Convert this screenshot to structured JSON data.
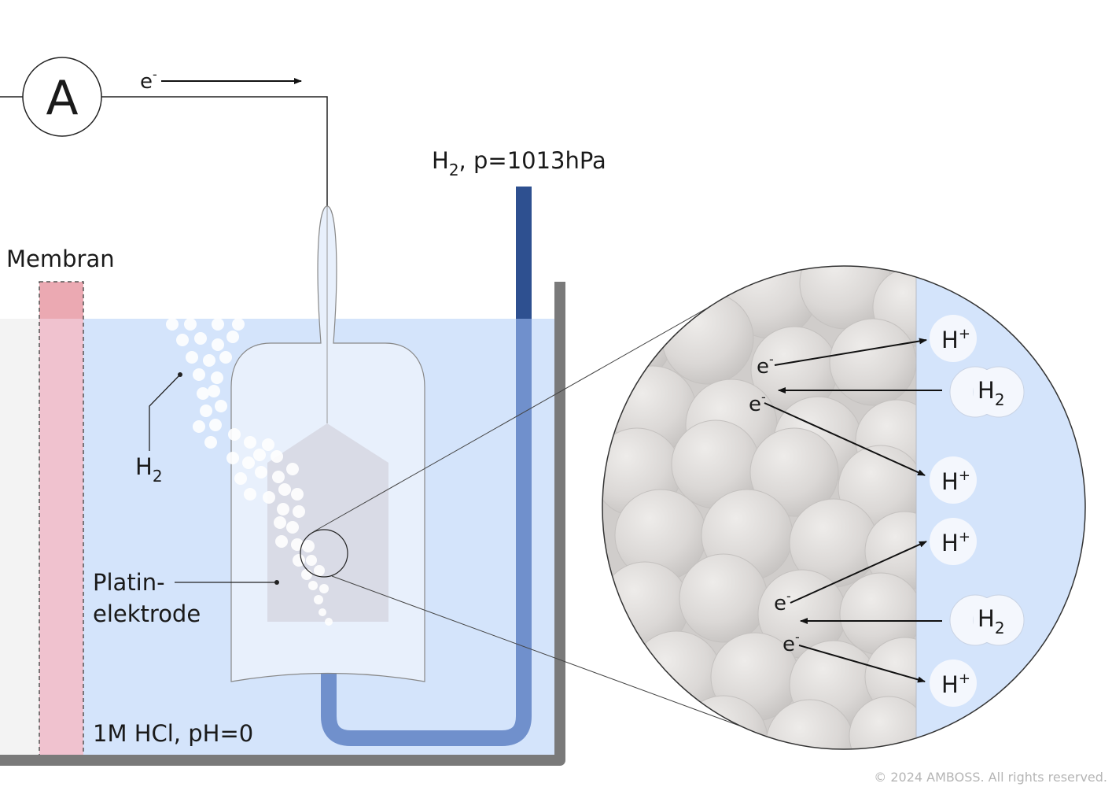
{
  "ammeter": {
    "symbol": "A"
  },
  "electron": {
    "symbol": "e",
    "charge": "-"
  },
  "gas_supply": {
    "label": "H",
    "subscript": "2",
    "pressure": ", p=1013hPa"
  },
  "membrane": {
    "label": "Membran"
  },
  "bubbles": {
    "label": "H",
    "subscript": "2"
  },
  "electrode": {
    "line1": "Platin-",
    "line2": "elektrode"
  },
  "solution": {
    "label": "1M HCl, pH=0"
  },
  "zoom": {
    "proton": {
      "label": "H",
      "charge": "+"
    },
    "hydrogen": {
      "label": "H",
      "subscript": "2"
    }
  },
  "colors": {
    "solution": "#d4e4fb",
    "membrane": "#eba9b2",
    "tube": "#7090cc",
    "tube_dark": "#2e5090",
    "vessel": "#7a7a7a",
    "platinum": "#d9dbe6"
  },
  "copyright": "© 2024 AMBOSS. All rights reserved."
}
